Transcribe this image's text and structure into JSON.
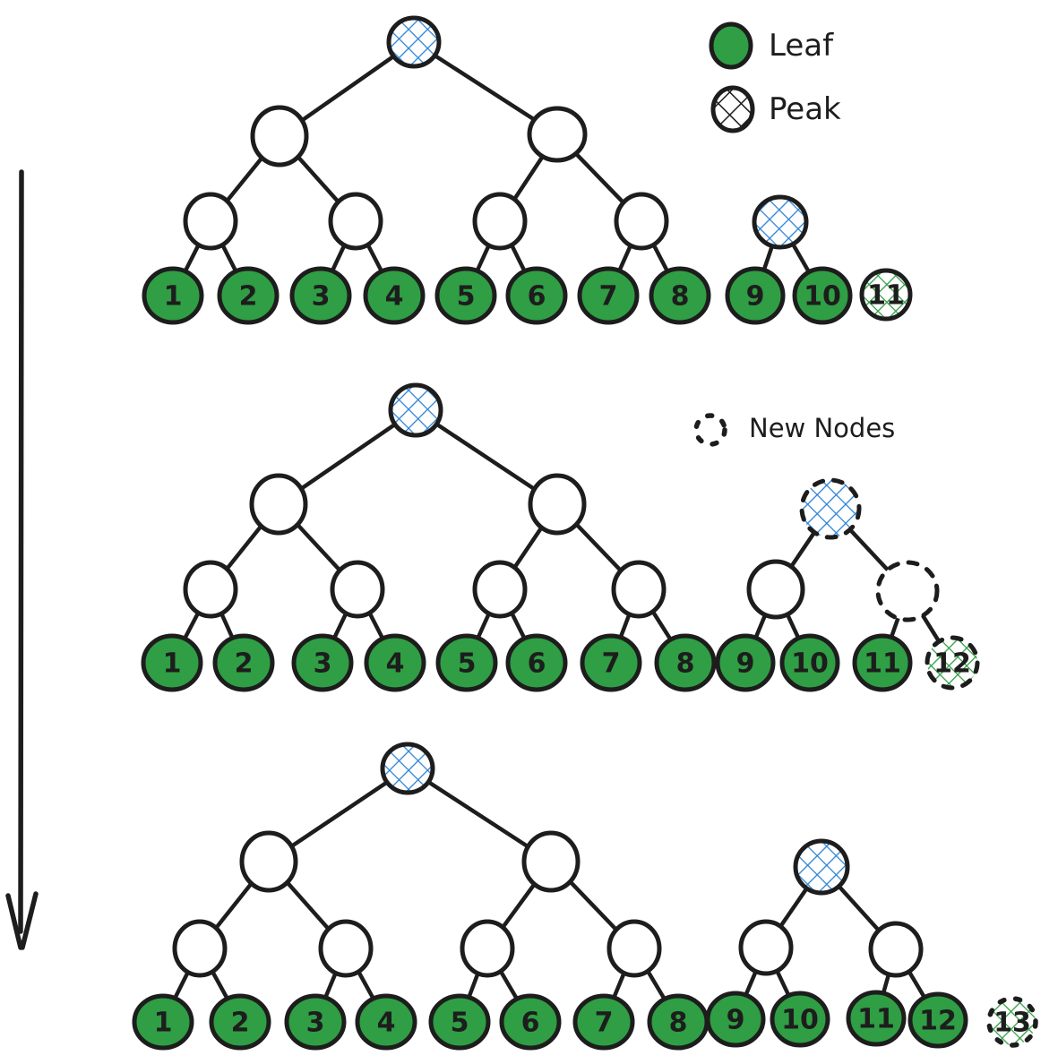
{
  "legend": {
    "leaf": "Leaf",
    "peak": "Peak",
    "new_nodes": "New Nodes"
  },
  "colors": {
    "ink": "#1d1d1d",
    "leaf_fill": "#2f9e44",
    "blue_hatch": "#2a82d6",
    "green_hatch": "#2f9e44"
  },
  "steps": [
    {
      "leaves": [
        "1",
        "2",
        "3",
        "4",
        "5",
        "6",
        "7",
        "8",
        "9",
        "10"
      ],
      "leaf_peak": "11"
    },
    {
      "leaves": [
        "1",
        "2",
        "3",
        "4",
        "5",
        "6",
        "7",
        "8",
        "9",
        "10",
        "11"
      ],
      "new_leaf": "12"
    },
    {
      "leaves": [
        "1",
        "2",
        "3",
        "4",
        "5",
        "6",
        "7",
        "8",
        "9",
        "10",
        "11",
        "12"
      ],
      "new_leaf": "13"
    }
  ]
}
